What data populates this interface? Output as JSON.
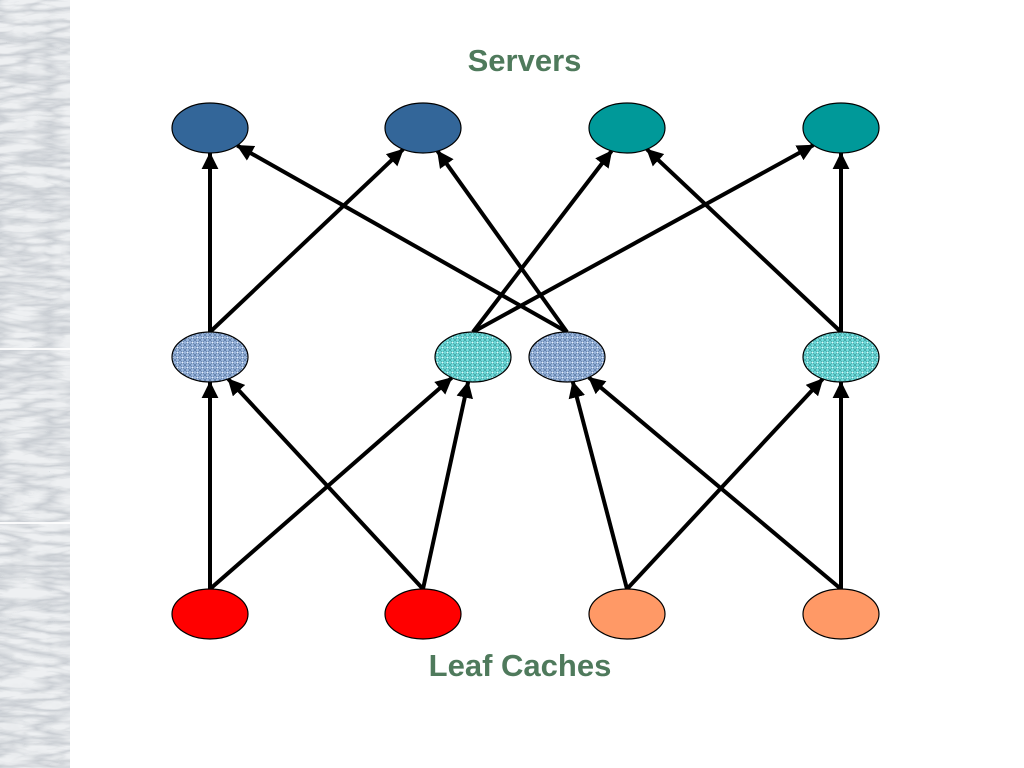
{
  "labels": {
    "servers": "Servers",
    "leaf_caches": "Leaf Caches"
  },
  "colors": {
    "title": "#4f7a5c",
    "server_blue": "#336699",
    "server_teal": "#009999",
    "mid_blue": "#9bb7de",
    "mid_teal": "#6fdcdc",
    "leaf_red": "#ff0000",
    "leaf_orange": "#ff9966",
    "edge": "#000000"
  },
  "nodes": [
    {
      "id": "S1",
      "tier": "server",
      "color": "server_blue"
    },
    {
      "id": "S2",
      "tier": "server",
      "color": "server_blue"
    },
    {
      "id": "S3",
      "tier": "server",
      "color": "server_teal"
    },
    {
      "id": "S4",
      "tier": "server",
      "color": "server_teal"
    },
    {
      "id": "M1",
      "tier": "intermediate",
      "color": "mid_blue"
    },
    {
      "id": "M2",
      "tier": "intermediate",
      "color": "mid_teal"
    },
    {
      "id": "M3",
      "tier": "intermediate",
      "color": "mid_blue"
    },
    {
      "id": "M4",
      "tier": "intermediate",
      "color": "mid_teal"
    },
    {
      "id": "L1",
      "tier": "leaf",
      "color": "leaf_red"
    },
    {
      "id": "L2",
      "tier": "leaf",
      "color": "leaf_red"
    },
    {
      "id": "L3",
      "tier": "leaf",
      "color": "leaf_orange"
    },
    {
      "id": "L4",
      "tier": "leaf",
      "color": "leaf_orange"
    }
  ],
  "edges": [
    {
      "from": "M1",
      "to": "S1"
    },
    {
      "from": "M1",
      "to": "S2"
    },
    {
      "from": "M3",
      "to": "S1"
    },
    {
      "from": "M3",
      "to": "S2"
    },
    {
      "from": "M2",
      "to": "S3"
    },
    {
      "from": "M2",
      "to": "S4"
    },
    {
      "from": "M4",
      "to": "S3"
    },
    {
      "from": "M4",
      "to": "S4"
    },
    {
      "from": "L1",
      "to": "M1"
    },
    {
      "from": "L1",
      "to": "M2"
    },
    {
      "from": "L2",
      "to": "M1"
    },
    {
      "from": "L2",
      "to": "M2"
    },
    {
      "from": "L3",
      "to": "M3"
    },
    {
      "from": "L3",
      "to": "M4"
    },
    {
      "from": "L4",
      "to": "M3"
    },
    {
      "from": "L4",
      "to": "M4"
    }
  ]
}
